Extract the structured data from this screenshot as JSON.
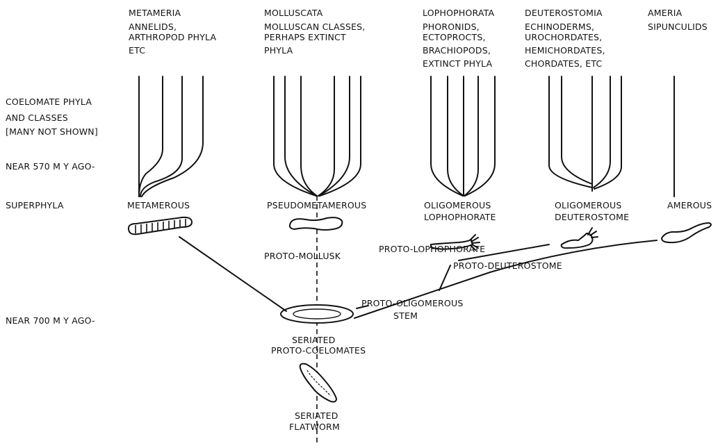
{
  "superphyla_headers": {
    "metameria": {
      "name": "METAMERIA",
      "line1": "ANNELIDS,",
      "line2": "ARTHROPOD PHYLA",
      "line3": "ETC"
    },
    "molluscata": {
      "name": "MOLLUSCATA",
      "line1": "MOLLUSCAN CLASSES,",
      "line2": "PERHAPS EXTINCT",
      "line3": "PHYLA"
    },
    "lophophorata": {
      "name": "LOPHOPHORATA",
      "line1": "PHORONIDS,",
      "line2": "ECTOPROCTS,",
      "line3": "BRACHIOPODS,",
      "line4": "EXTINCT PHYLA"
    },
    "deuterostomia": {
      "name": "DEUTEROSTOMIA",
      "line1": "ECHINODERMS,",
      "line2": "UROCHORDATES,",
      "line3": "HEMICHORDATES,",
      "line4": "CHORDATES, ETC"
    },
    "ameria": {
      "name": "AMERIA",
      "line1": "SIPUNCULIDS"
    }
  },
  "left_labels": {
    "coelomate_1": "COELOMATE PHYLA",
    "coelomate_2": "AND CLASSES",
    "coelomate_3": "[MANY NOT SHOWN]",
    "near_570": "NEAR 570 M Y AGO-",
    "superphyla": "SUPERPHYLA",
    "near_700": "NEAR 700 M Y AGO-"
  },
  "grade_labels": {
    "metamerous": "METAMEROUS",
    "pseudometamerous": "PSEUDOMETAMEROUS",
    "oligo_lopho_1": "OLIGOMEROUS",
    "oligo_lopho_2": "LOPHOPHORATE",
    "oligo_deut_1": "OLIGOMEROUS",
    "oligo_deut_2": "DEUTEROSTOME",
    "amerous": "AMEROUS"
  },
  "ancestor_labels": {
    "proto_mollusk": "PROTO-MOLLUSK",
    "proto_lophophorate": "PROTO-LOPHOPHORATE",
    "proto_deuterostome": "PROTO-DEUTEROSTOME",
    "proto_oligo_1": "PROTO-OLIGOMEROUS",
    "proto_oligo_2": "STEM",
    "seriated_coel_1": "SERIATED",
    "seriated_coel_2": "PROTO-COELOMATES",
    "seriated_flat_1": "SERIATED",
    "seriated_flat_2": "FLATWORM"
  }
}
